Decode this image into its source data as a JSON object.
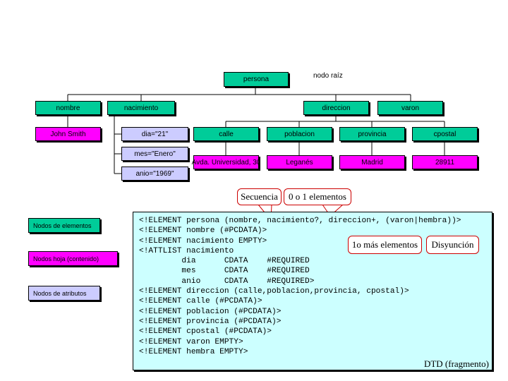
{
  "tree": {
    "root_note": "nodo raíz",
    "nodes": {
      "persona": "persona",
      "nombre": "nombre",
      "nacimiento": "nacimiento",
      "direccion": "direccion",
      "varon": "varon",
      "nombre_value": "John Smith",
      "dia": "dia=\"21\"",
      "mes": "mes=\"Enero\"",
      "anio": "anio=\"1969\"",
      "calle": "calle",
      "poblacion": "poblacion",
      "provincia": "provincia",
      "cpostal": "cpostal",
      "calle_value": "Avda. Universidad, 30",
      "poblacion_value": "Leganés",
      "provincia_value": "Madrid",
      "cpostal_value": "28911"
    }
  },
  "legend": {
    "elements": "Nodos de elementos",
    "leaves": "Nodos hoja (contenido)",
    "attributes": "Nodos de atributos"
  },
  "callouts": {
    "sequence": "Secuencia",
    "optional": "0 o 1 elementos",
    "one_or_more": "1o más elementos",
    "disjunction": "Disyunción"
  },
  "dtd": {
    "code": "<!ELEMENT persona (nombre, nacimiento?, direccion+, (varon|hembra))>\n<!ELEMENT nombre (#PCDATA)>\n<!ELEMENT nacimiento EMPTY>\n<!ATTLIST nacimiento\n         dia      CDATA    #REQUIRED\n         mes      CDATA    #REQUIRED\n         anio     CDATA    #REQUIRED>\n<!ELEMENT direccion (calle,poblacion,provincia, cpostal)>\n<!ELEMENT calle (#PCDATA)>\n<!ELEMENT poblacion (#PCDATA)>\n<!ELEMENT provincia (#PCDATA)>\n<!ELEMENT cpostal (#PCDATA)>\n<!ELEMENT varon EMPTY>\n<!ELEMENT hembra EMPTY>",
    "caption": "DTD (fragmento)"
  },
  "colors": {
    "element_node": "#00cc99",
    "leaf_node": "#ff00ff",
    "attribute_node": "#ccccff",
    "dtd_background": "#ccffff",
    "callout_border": "#cc0000"
  }
}
